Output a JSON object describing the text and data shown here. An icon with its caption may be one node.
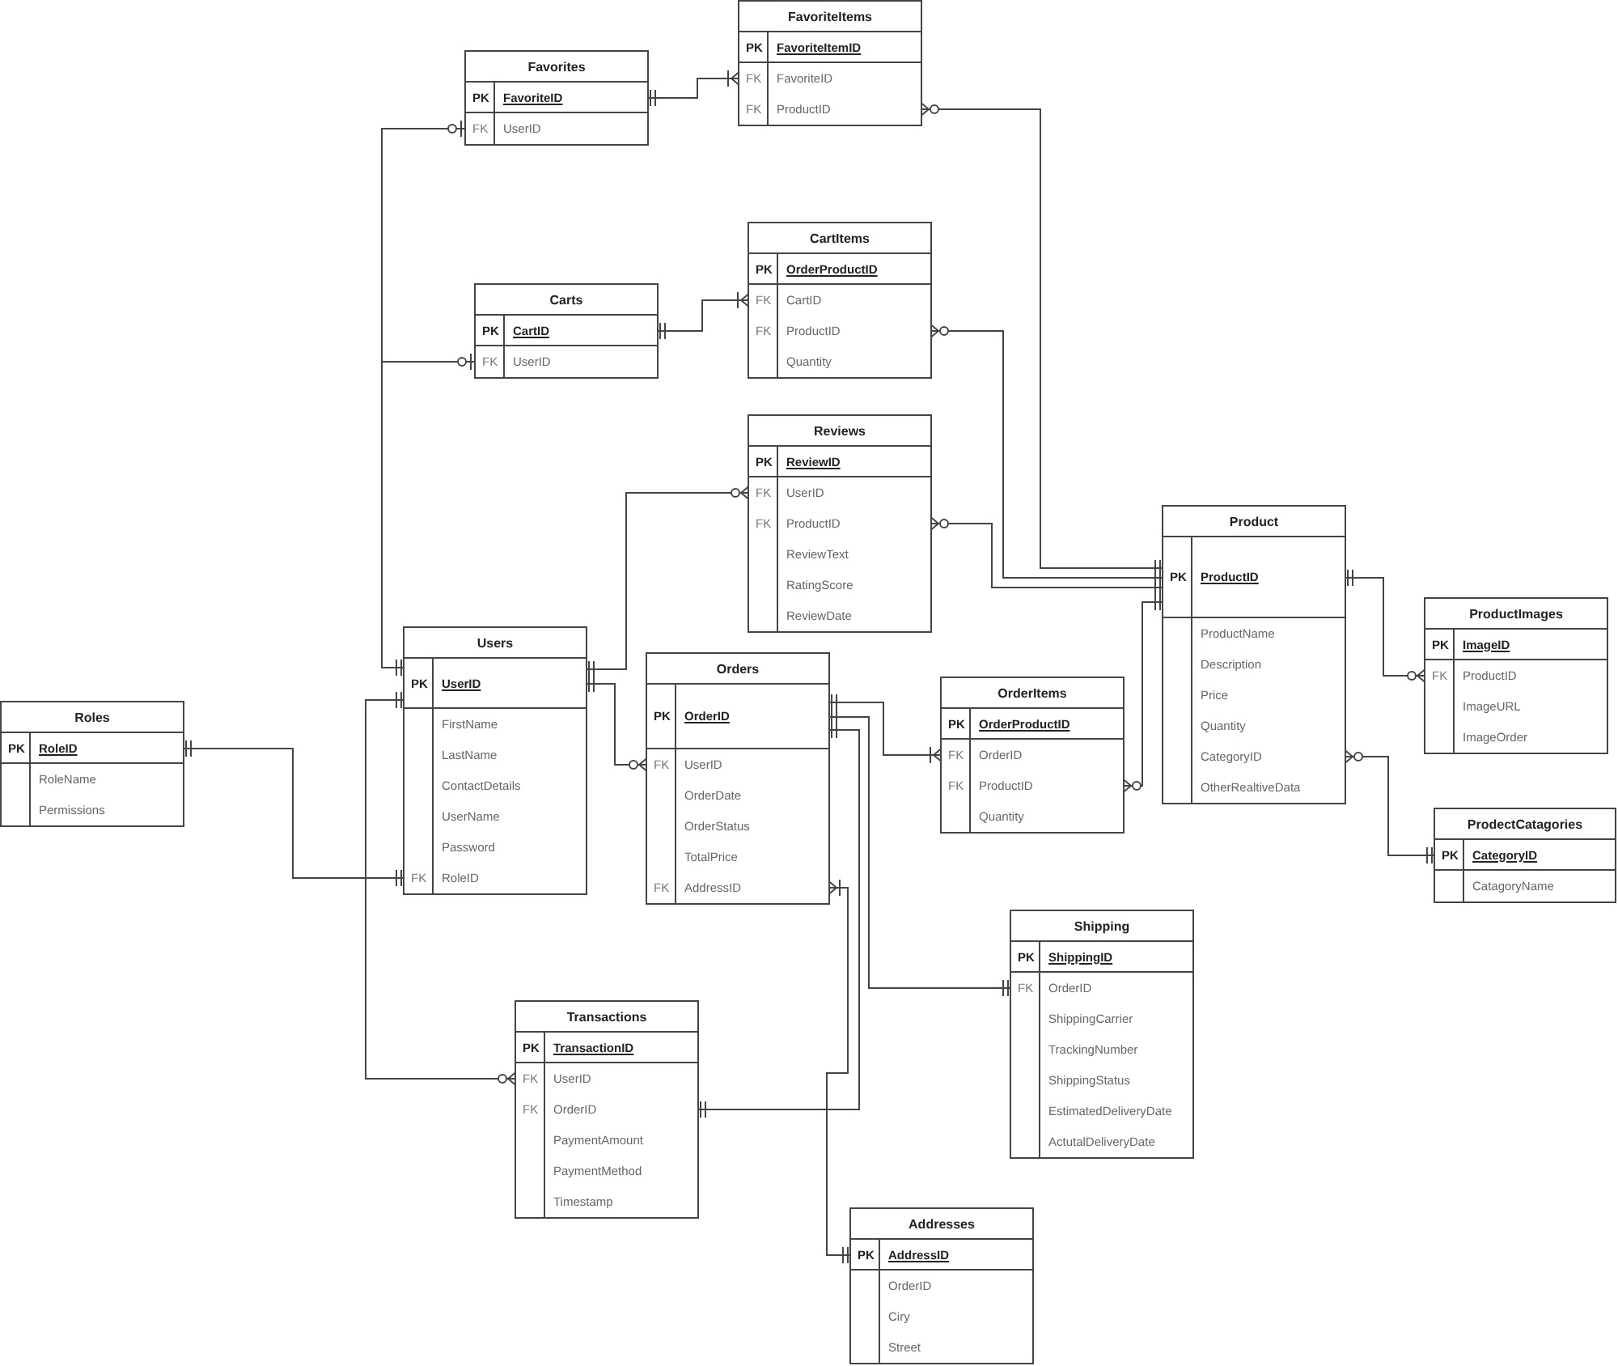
{
  "diagram": {
    "nodes": [
      {
        "text": [
          "FavoriteItems"
        ]
      },
      {
        "text": [
          "PK",
          "FavoriteItemID"
        ],
        "in": 0
      },
      {
        "text": [
          "FK",
          "FavoriteID"
        ],
        "in": 0
      },
      {
        "text": [
          "FK",
          "ProductID"
        ],
        "in": 0
      },
      {
        "text": [
          "Favorites"
        ]
      },
      {
        "text": [
          "PK",
          "FavoriteID"
        ],
        "in": 4
      },
      {
        "text": [
          "FK",
          "UserID"
        ],
        "in": 4
      },
      {
        "text": [
          "CartItems"
        ]
      },
      {
        "text": [
          "PK",
          "OrderProductID"
        ],
        "in": 7
      },
      {
        "text": [
          "FK",
          "CartID"
        ],
        "in": 7
      },
      {
        "text": [
          "FK",
          "ProductID"
        ],
        "in": 7
      },
      {
        "text": [
          "Quantity"
        ],
        "in": 7
      },
      {
        "text": [
          "Carts"
        ]
      },
      {
        "text": [
          "PK",
          "CartID"
        ],
        "in": 12
      },
      {
        "text": [
          "FK",
          "UserID"
        ],
        "in": 12
      },
      {
        "text": [
          "Reviews"
        ]
      },
      {
        "text": [
          "PK",
          "ReviewID"
        ],
        "in": 15
      },
      {
        "text": [
          "FK",
          "UserID"
        ],
        "in": 15
      },
      {
        "text": [
          "FK",
          "ProductID"
        ],
        "in": 15
      },
      {
        "text": [
          "ReviewText"
        ],
        "in": 15
      },
      {
        "text": [
          "RatingScore"
        ],
        "in": 15
      },
      {
        "text": [
          "ReviewDate"
        ],
        "in": 15
      },
      {
        "text": [
          "Product"
        ]
      },
      {
        "text": [
          "PK",
          "ProductID"
        ],
        "in": 22
      },
      {
        "text": [
          "ProductName"
        ],
        "in": 22
      },
      {
        "text": [
          "Description"
        ],
        "in": 22
      },
      {
        "text": [
          "Price"
        ],
        "in": 22
      },
      {
        "text": [
          "Quantity"
        ],
        "in": 22
      },
      {
        "text": [
          "CategoryID"
        ],
        "in": 22
      },
      {
        "text": [
          "OtherRealtiveData"
        ],
        "in": 22
      },
      {
        "text": [
          "ProductImages"
        ]
      },
      {
        "text": [
          "PK",
          "ImageID"
        ],
        "in": 30
      },
      {
        "text": [
          "FK",
          "ProductID"
        ],
        "in": 30
      },
      {
        "text": [
          "ImageURL"
        ],
        "in": 30
      },
      {
        "text": [
          "ImageOrder"
        ],
        "in": 30
      },
      {
        "text": [
          "Users"
        ]
      },
      {
        "text": [
          "PK",
          "UserID"
        ],
        "in": 35
      },
      {
        "text": [
          "FirstName"
        ],
        "in": 35
      },
      {
        "text": [
          "LastName"
        ],
        "in": 35
      },
      {
        "text": [
          "ContactDetails"
        ],
        "in": 35
      },
      {
        "text": [
          "UserName"
        ],
        "in": 35
      },
      {
        "text": [
          "Password"
        ],
        "in": 35
      },
      {
        "text": [
          "FK",
          "RoleID"
        ],
        "in": 35
      },
      {
        "text": [
          "Orders"
        ]
      },
      {
        "text": [
          "PK",
          "OrderID"
        ],
        "in": 43
      },
      {
        "text": [
          "FK",
          "UserID"
        ],
        "in": 43
      },
      {
        "text": [
          "OrderDate"
        ],
        "in": 43
      },
      {
        "text": [
          "OrderStatus"
        ],
        "in": 43
      },
      {
        "text": [
          "TotalPrice"
        ],
        "in": 43
      },
      {
        "text": [
          "FK",
          "AddressID"
        ],
        "in": 43
      },
      {
        "text": [
          "OrderItems"
        ]
      },
      {
        "text": [
          "PK",
          "OrderProductID"
        ],
        "in": 50
      },
      {
        "text": [
          "FK",
          "OrderID"
        ],
        "in": 50
      },
      {
        "text": [
          "FK",
          "ProductID"
        ],
        "in": 50
      },
      {
        "text": [
          "Quantity"
        ],
        "in": 50
      },
      {
        "text": [
          "Roles"
        ]
      },
      {
        "text": [
          "PK",
          "RoleID"
        ],
        "in": 55
      },
      {
        "text": [
          "RoleName"
        ],
        "in": 55
      },
      {
        "text": [
          "Permissions"
        ],
        "in": 55
      },
      {
        "text": [
          "ProdectCatagories"
        ]
      },
      {
        "text": [
          "PK",
          "CategoryID"
        ],
        "in": 59
      },
      {
        "text": [
          "CatagoryName"
        ],
        "in": 59
      },
      {
        "text": [
          "Shipping"
        ]
      },
      {
        "text": [
          "PK",
          "ShippingID"
        ],
        "in": 62
      },
      {
        "text": [
          "FK",
          "OrderID"
        ],
        "in": 62
      },
      {
        "text": [
          "ShippingCarrier"
        ],
        "in": 62
      },
      {
        "text": [
          "TrackingNumber"
        ],
        "in": 62
      },
      {
        "text": [
          "ShippingStatus"
        ],
        "in": 62
      },
      {
        "text": [
          "EstimatedDeliveryDate"
        ],
        "in": 62
      },
      {
        "text": [
          "ActutalDeliveryDate"
        ],
        "in": 62
      },
      {
        "text": [
          "Transactions"
        ]
      },
      {
        "text": [
          "PK",
          "TransactionID"
        ],
        "in": 70
      },
      {
        "text": [
          "FK",
          "UserID"
        ],
        "in": 70
      },
      {
        "text": [
          "FK",
          "OrderID"
        ],
        "in": 70
      },
      {
        "text": [
          "PaymentAmount"
        ],
        "in": 70
      },
      {
        "text": [
          "PaymentMethod"
        ],
        "in": 70
      },
      {
        "text": [
          "Timestamp"
        ],
        "in": 70
      },
      {
        "text": [
          "Addresses"
        ]
      },
      {
        "text": [
          "PK",
          "AddressID"
        ],
        "in": 77
      },
      {
        "text": [
          "OrderID"
        ],
        "in": 77
      },
      {
        "text": [
          "Ciry"
        ],
        "in": 77
      },
      {
        "text": [
          "Street"
        ],
        "in": 77
      }
    ],
    "edges": [
      {
        "from": 5,
        "to": 2,
        "arrow": "other"
      },
      {
        "from": 23,
        "to": 3,
        "arrow": "other"
      },
      {
        "from": 36,
        "to": 6,
        "arrow": "other"
      },
      {
        "from": 13,
        "to": 9,
        "arrow": "other"
      },
      {
        "from": 36,
        "to": 14,
        "arrow": "other"
      },
      {
        "from": 23,
        "to": 10,
        "arrow": "other"
      },
      {
        "from": 36,
        "to": 17,
        "arrow": "other"
      },
      {
        "from": 23,
        "to": 18,
        "arrow": "other"
      },
      {
        "from": 23,
        "to": 53,
        "arrow": "other"
      },
      {
        "from": 23,
        "to": 32,
        "arrow": "other"
      },
      {
        "from": 60,
        "to": 28,
        "arrow": "other"
      },
      {
        "from": 36,
        "to": 45,
        "arrow": "other"
      },
      {
        "from": 56,
        "to": 42,
        "arrow": "other"
      },
      {
        "from": 44,
        "to": 52,
        "arrow": "other"
      },
      {
        "from": 44,
        "to": 64,
        "arrow": "other"
      },
      {
        "from": 44,
        "to": 73,
        "arrow": "other"
      },
      {
        "from": 36,
        "to": 72,
        "arrow": "other"
      },
      {
        "from": 78,
        "to": 49,
        "arrow": "other"
      }
    ]
  }
}
